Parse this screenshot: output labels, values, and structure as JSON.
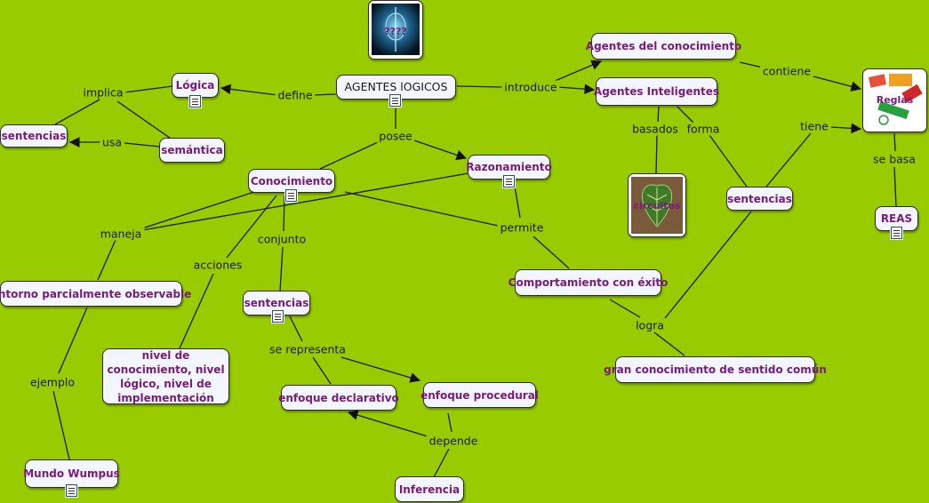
{
  "title": "AGENTES lOGICOS",
  "nodes": {
    "agentes_logicos": "AGENTES lOGICOS",
    "logica": "Lógica",
    "sentencias_1": "sentencias",
    "semantica": "semántica",
    "agentes_conocimiento": "Agentes del conocimiento",
    "agentes_inteligentes": "Agentes Inteligentes",
    "reglas": "Reglas",
    "conocimiento": "Conocimiento",
    "razonamiento": "Razonamiento",
    "sentencias_2": "sentencias",
    "reas": "REAS",
    "entorno": "entorno parcialmente observable",
    "sentencias_3": "sentencias",
    "comportamiento": "Comportamiento con éxito",
    "niveles": "nivel de conocimiento, nivel lógico, nivel de implementación",
    "enfoque_declarativo": "enfoque declarativo",
    "enfoque_procedural": "enfoque procedural",
    "gran_conocimiento": "gran conocimiento de sentido común",
    "mundo_wumpus": "Mundo Wumpus",
    "inferencia": "Inferencia",
    "image_top_caption": "????",
    "image_mid_caption": "circuitos"
  },
  "links": {
    "define": "define",
    "implica": "implica",
    "usa": "usa",
    "introduce": "introduce",
    "contiene": "contiene",
    "posee": "posee",
    "basados": "basados",
    "forma": "forma",
    "tiene": "tiene",
    "se_basa": "se basa",
    "maneja": "maneja",
    "conjunto": "conjunto",
    "acciones": "acciones",
    "permite": "permite",
    "se_representa": "se representa",
    "logra": "logra",
    "ejemplo": "ejemplo",
    "depende": "depende"
  },
  "colors": {
    "background": "#99cc00",
    "node_fill": "#f3f6ff",
    "node_text": "#7a1a7a",
    "line": "#1a1a1a"
  }
}
